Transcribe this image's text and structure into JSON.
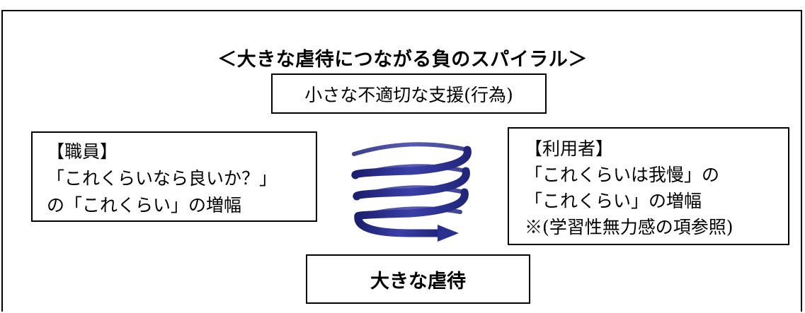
{
  "title": "＜大きな虐待につながる負のスパイラル＞",
  "top_box": {
    "text": "小さな不適切な支援(行為)"
  },
  "staff_box": {
    "lines": [
      "【職員】",
      "「これくらいなら良いか？」",
      "の「これくらい」の増幅"
    ]
  },
  "user_box": {
    "lines": [
      "【利用者】",
      "「これくらいは我慢」の",
      "「これくらい」の増幅",
      "※(学習性無力感の項参照)"
    ]
  },
  "bottom_box": {
    "text": "大きな虐待"
  },
  "spiral": {
    "icon": "spiral-arrow-icon",
    "color": "#2b2f8f"
  }
}
